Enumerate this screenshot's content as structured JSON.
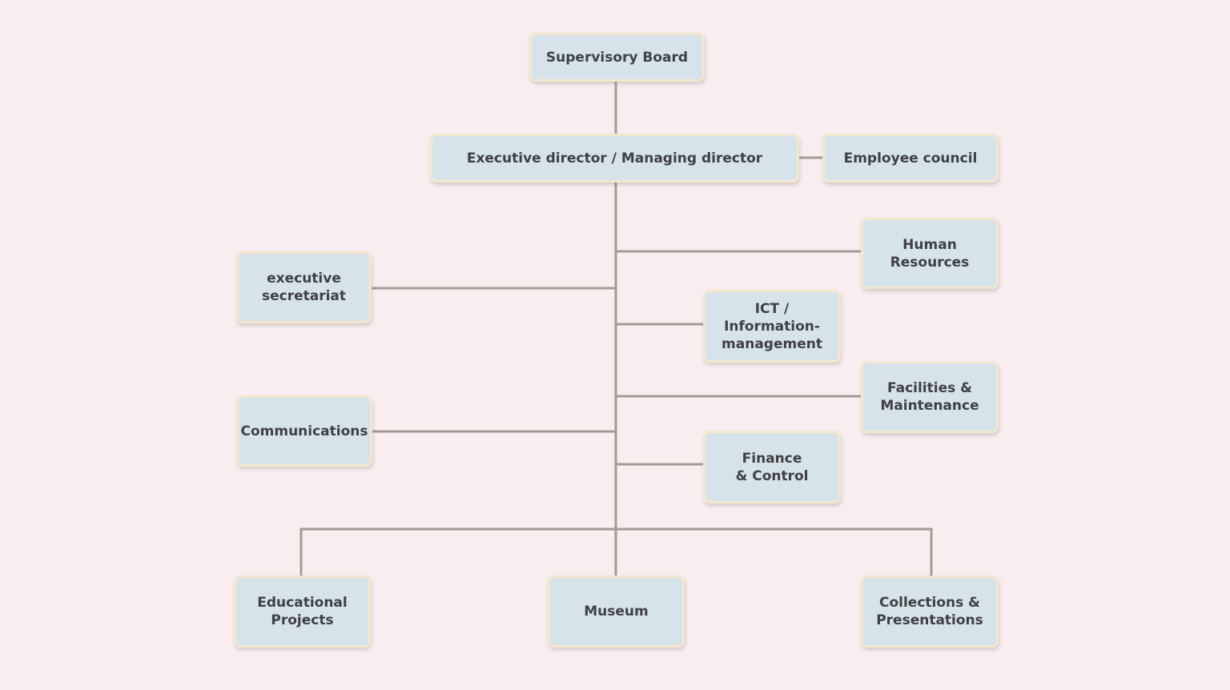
{
  "org_chart": {
    "supervisory_board": "Supervisory Board",
    "executive_director": "Executive director / Managing director",
    "employee_council": "Employee council",
    "human_resources": "Human\nResources",
    "executive_secretariat": "executive\nsecretariat",
    "ict": "ICT / Information-\nmanagement",
    "facilities": "Facilities &\nMaintenance",
    "communications": "Communications",
    "finance": "Finance\n& Control",
    "educational_projects": "Educational\nProjects",
    "museum": "Museum",
    "collections": "Collections &\nPresentations"
  },
  "colors": {
    "background": "#f9edf0",
    "box_fill": "#d6e3ea",
    "box_border": "#f4e7cf",
    "connector": "#a59a93",
    "text": "#3f4043"
  }
}
